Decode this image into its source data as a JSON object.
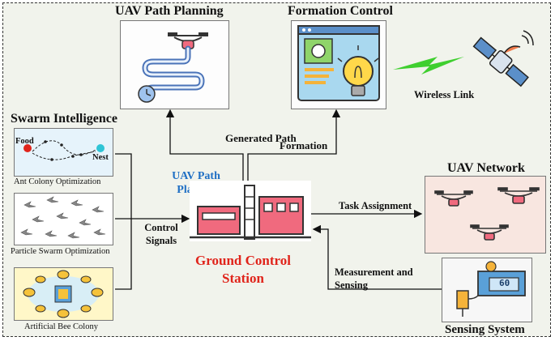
{
  "titles": {
    "path_planning": "UAV Path Planning",
    "formation_control": "Formation Control",
    "swarm_intelligence": "Swarm Intelligence",
    "uav_network": "UAV Network",
    "sensing_system": "Sensing System"
  },
  "center": {
    "planner_label": "UAV Path Planner",
    "station_label": "Ground Control Station"
  },
  "links": {
    "generated_path": "Generated Path",
    "formation": "Formation",
    "wireless_link": "Wireless Link",
    "control_signals": "Control Signals",
    "task_assignment": "Task Assignment",
    "measurement_and_sensing": "Measurement and Sensing"
  },
  "swarm": {
    "food_label": "Food",
    "nest_label": "Nest",
    "ant_colony": "Ant Colony Optimization",
    "particle_swarm": "Particle Swarm Optimization",
    "bee_colony": "Artificial Bee Colony"
  },
  "sensing": {
    "display_value": "60"
  },
  "colors": {
    "planner_blue": "#1f6fc4",
    "station_red": "#e0241b",
    "wireless_green": "#3fcf2f",
    "network_panel": "#f8e6e0",
    "background": "#f1f3ec"
  }
}
